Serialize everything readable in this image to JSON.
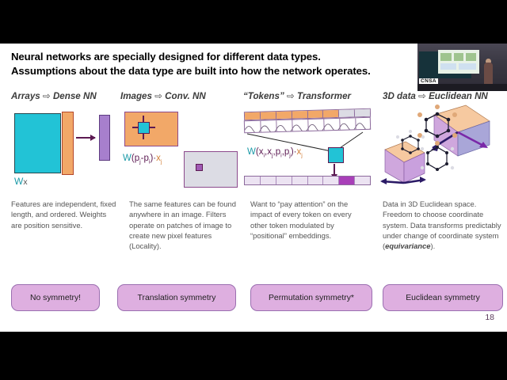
{
  "slide": {
    "title": "Neural networks are specially designed for different data types.\nAssumptions about the data type are built into how the network operates.",
    "title_line1": "Neural networks are specially designed for different data types.",
    "title_line2": "Assumptions about the data type are built into how the network operates.",
    "slide_number": "18"
  },
  "columns": [
    {
      "header_source": "Arrays",
      "header_arrow": "⇨",
      "header_target": "Dense NN",
      "diagram_label": "Wx",
      "diagram_label_w": "W",
      "diagram_label_x": "x",
      "body": "Features are independent, fixed length, and ordered. Weights are position sensitive.",
      "pill": "No symmetry!"
    },
    {
      "header_source": "Images",
      "header_arrow": "⇨",
      "header_target": "Conv. NN",
      "formula": "W(pⱼ-pᵢ)·xⱼ",
      "body": "The same features can be found anywhere in an image. Filters operate on patches of image to create new pixel features (Locality).",
      "pill": "Translation symmetry"
    },
    {
      "header_source": "“Tokens”",
      "header_arrow": "⇨",
      "header_target": "Transformer",
      "formula": "W(xᵢ,xⱼ,pᵢ,pⱼ)·xⱼ",
      "body": "Want to “pay attention” on the impact of every token on every other token modulated by “positional” embeddings.",
      "pill": "Permutation symmetry*"
    },
    {
      "header_source": "3D data",
      "header_arrow": "⇨",
      "header_target": "Euclidean NN",
      "body_part1": "Data in 3D Euclidean space. Freedom to choose coordinate system. Data transforms predictably under change of coordinate system (",
      "body_emphasis": "equivariance",
      "body_part2": ").",
      "pill": "Euclidean symmetry"
    }
  ],
  "webcam": {
    "watermark": "CNSA"
  },
  "colors": {
    "matrix_cyan": "#22c3d6",
    "vector_orange": "#f2a868",
    "output_purple": "#a77fcd",
    "pill_fill": "#deafe0",
    "pill_border": "#9b6fb0",
    "arrow_dark": "#5c1a52",
    "body_text": "#555555",
    "letterbox": "#000000"
  }
}
